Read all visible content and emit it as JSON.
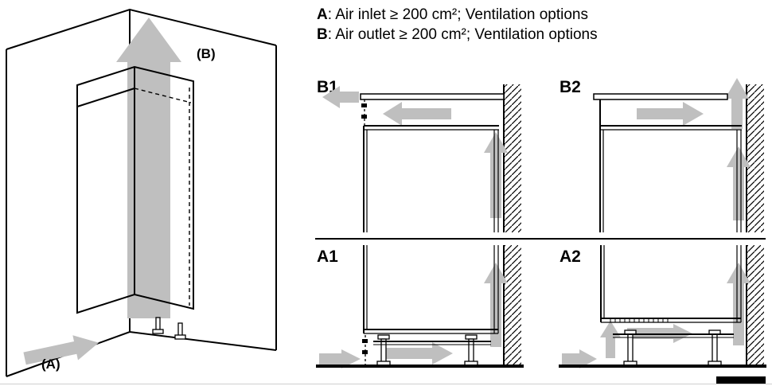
{
  "legend": {
    "line_a": {
      "prefix": "A",
      "rest": ": Air inlet ≥ 200 cm²; Ventilation options"
    },
    "line_b": {
      "prefix": "B",
      "rest": ": Air outlet ≥ 200 cm²; Ventilation options"
    }
  },
  "isometric_figure": {
    "inlet_label": "(A)",
    "outlet_label": "(B)"
  },
  "panels": {
    "b1": {
      "label": "B1"
    },
    "b2": {
      "label": "B2"
    },
    "a1": {
      "label": "A1"
    },
    "a2": {
      "label": "A2"
    }
  },
  "colors": {
    "line": "#000000",
    "airflow_arrow": "#bfbfbf",
    "background": "#ffffff"
  }
}
